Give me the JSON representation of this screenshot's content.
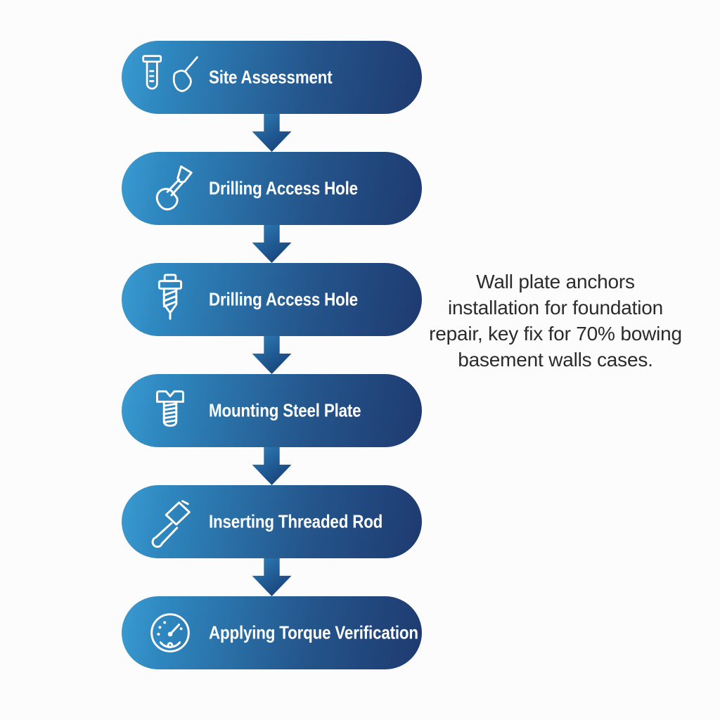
{
  "page": {
    "background": "#fcfcfc",
    "type": "process-flow-infographic"
  },
  "flow": {
    "steps": [
      {
        "label": "Site Assessment",
        "icon": "test-tube-and-trowel-icon"
      },
      {
        "label": "Drilling Access Hole",
        "icon": "shovel-icon"
      },
      {
        "label": "Drilling Access Hole",
        "icon": "screw-drill-bit-icon"
      },
      {
        "label": "Mounting Steel Plate",
        "icon": "bolt-icon"
      },
      {
        "label": "Inserting Threaded Rod",
        "icon": "mallet-icon"
      },
      {
        "label": "Applying Torque Verification",
        "icon": "gauge-icon"
      }
    ],
    "connector": "down-arrow",
    "colors": {
      "pill_gradient_left": "#3a9bd1",
      "pill_gradient_right": "#1e3a70",
      "arrow_gradient_top": "#3180b8",
      "arrow_gradient_bottom": "#153a6f",
      "label_color": "#ffffff",
      "icon_color": "#ffffff"
    }
  },
  "caption": {
    "lines": [
      "Wall plate anchors",
      "installation for foundation",
      "repair, key fix for 70% bowing",
      "basement walls cases."
    ],
    "color": "#2b2b2b"
  }
}
